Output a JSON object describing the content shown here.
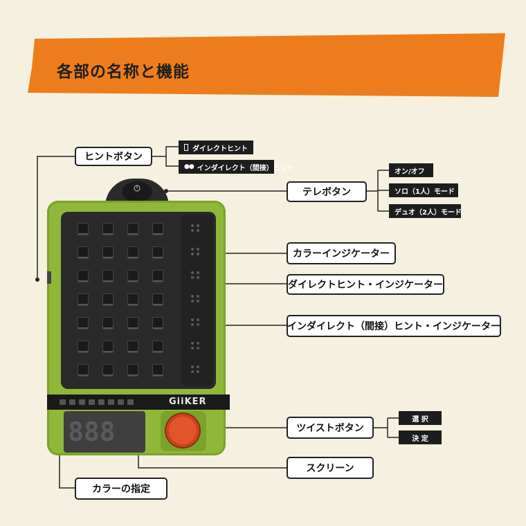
{
  "header": {
    "title": "各部の名称と機能",
    "banner_color": "#ed7d1c"
  },
  "device": {
    "logo": "GiiKER",
    "screen_digits": [
      "888"
    ],
    "body_color": "#8fb83a",
    "knob_color": "#e0552b",
    "power_icon": "power-icon"
  },
  "callouts": {
    "hint_button": "ヒントボタン",
    "tele_button": "テレボタン",
    "color_indicator": "カラーインジケーター",
    "direct_hint_indicator": "ダイレクトヒント・インジケーター",
    "indirect_hint_indicator": "インダイレクト（間接）ヒント・インジケーター",
    "twist_button": "ツイストボタン",
    "screen": "スクリーン",
    "color_select": "カラーの指定"
  },
  "tags": {
    "direct_hint": "ダイレクトヒント",
    "indirect_hint": "インダイレクト（間接）ヒント",
    "on_off": "オン/オフ",
    "solo_mode": "ソロ（1人）モード",
    "duo_mode": "デュオ（2人）モード",
    "select": "選 択",
    "decide": "決 定"
  }
}
